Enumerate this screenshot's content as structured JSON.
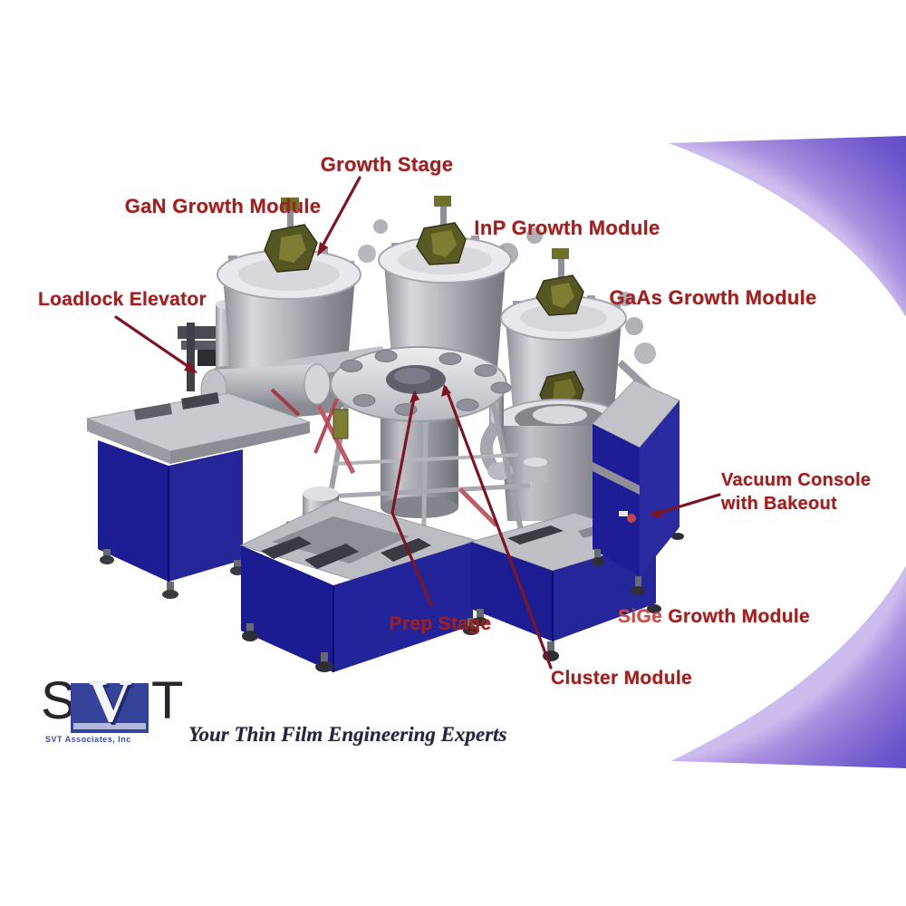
{
  "labels": {
    "growth_stage": "Growth Stage",
    "gan_module": "GaN Growth Module",
    "inp_module": "InP Growth Module",
    "gaas_module": "GaAs Growth Module",
    "loadlock_elevator": "Loadlock Elevator",
    "vacuum_console_line1": "Vacuum Console",
    "vacuum_console_line2": "with Bakeout",
    "sige_prefix": "SiGe",
    "sige_rest": " Growth Module",
    "prep_stage": "Prep Stage",
    "cluster_module": "Cluster Module"
  },
  "branding": {
    "logo_letter_s": "S",
    "logo_letter_v": "V",
    "logo_letter_t": "T",
    "logo_subtext": "SVT Associates, Inc",
    "tagline": "Your Thin Film Engineering Experts"
  },
  "colors": {
    "label_red": "#9e2020",
    "arrow_maroon": "#7d1622",
    "cabinet_blue": "#1d1d95",
    "machine_gray": "#b5b5bc",
    "swoosh_inner": "#cdbcee",
    "swoosh_outer": "#5742c2",
    "logo_blue": "#35439b"
  }
}
